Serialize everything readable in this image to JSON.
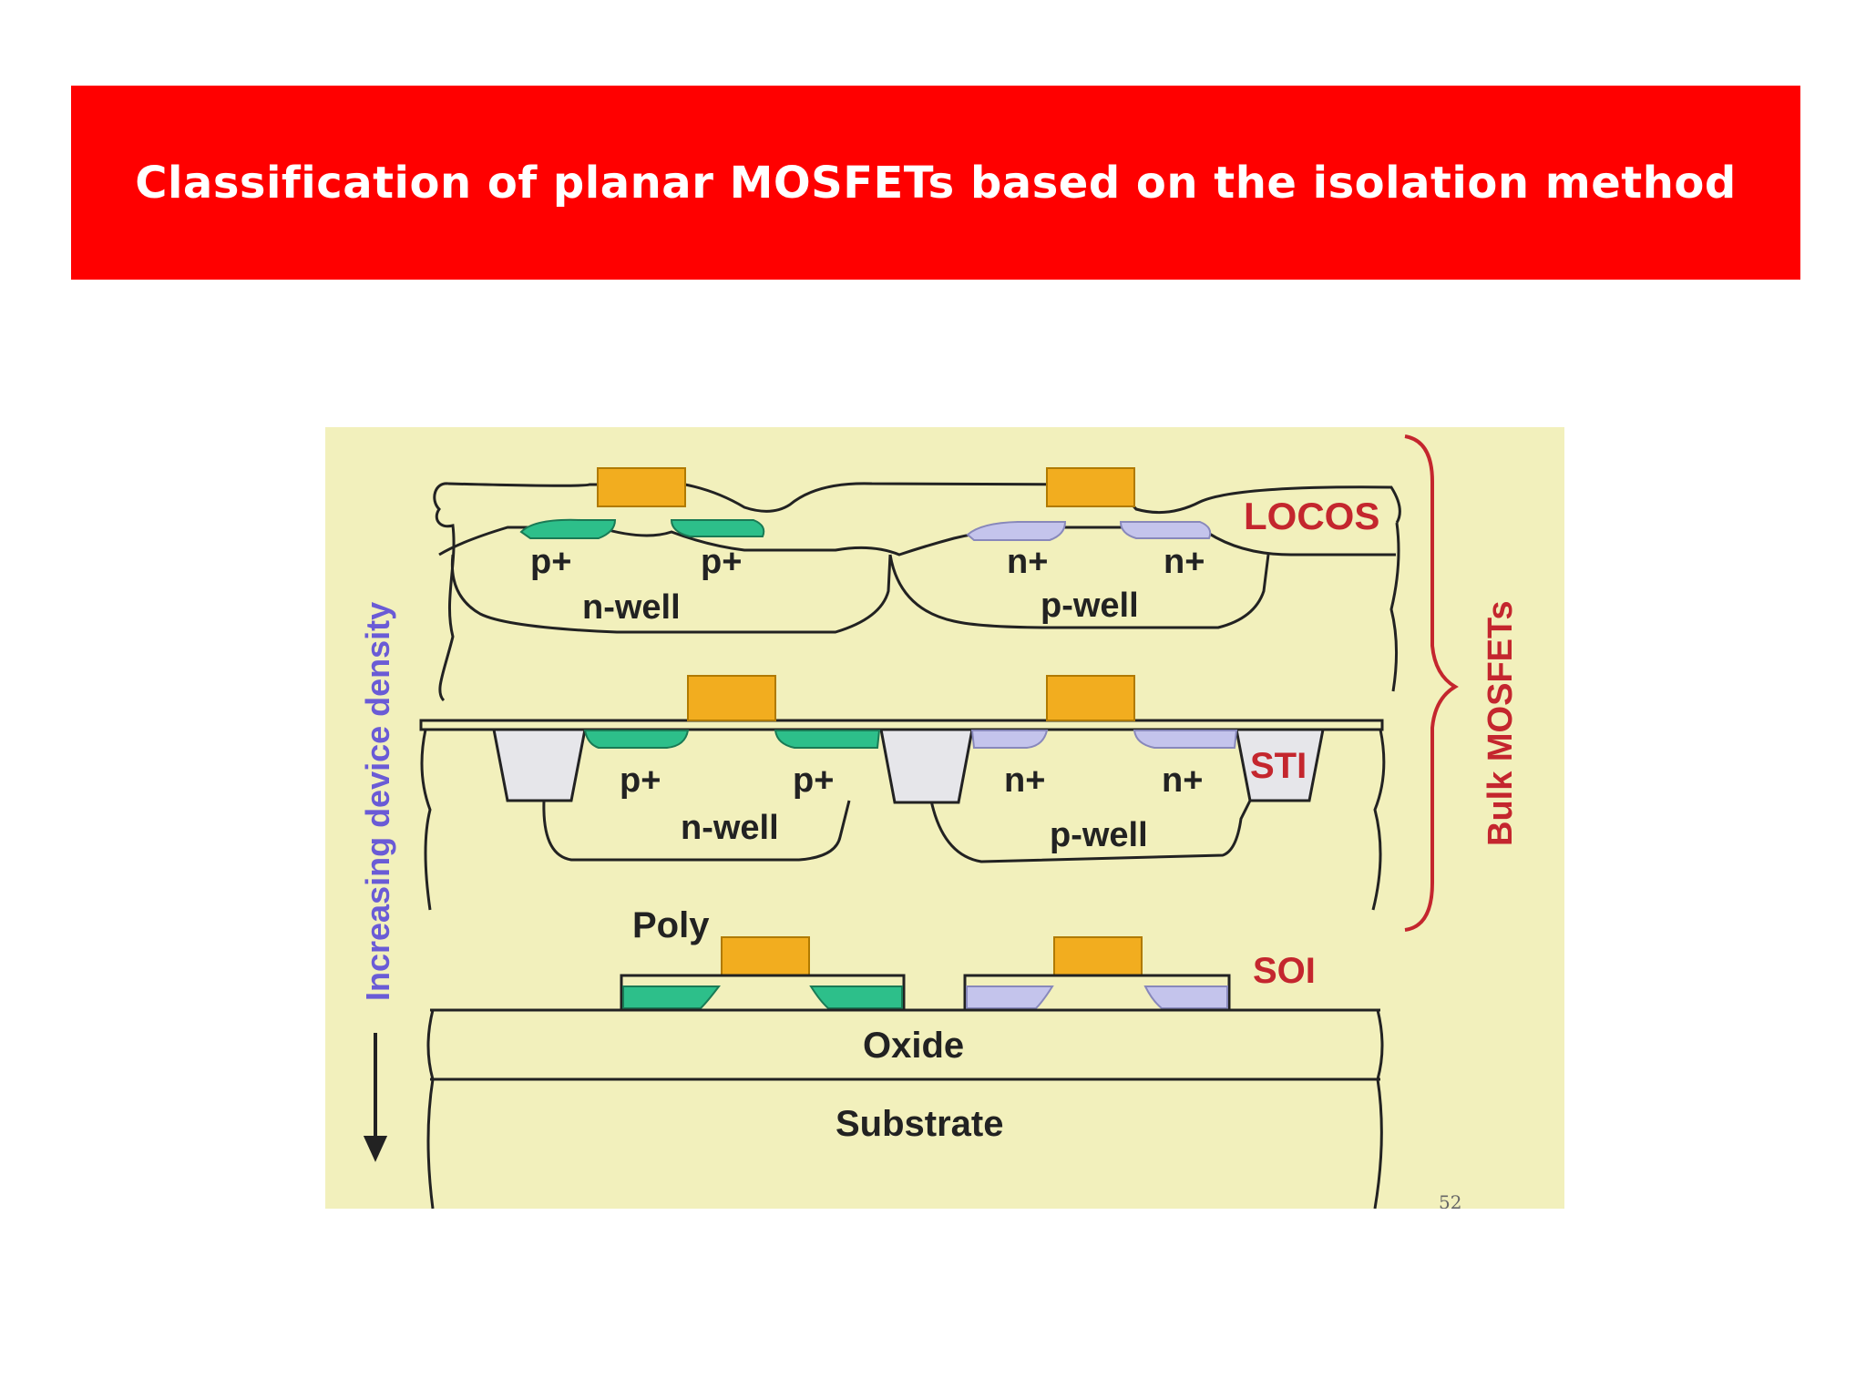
{
  "title": "Classification of planar MOSFETs based on the isolation method",
  "colors": {
    "banner": "#ff0000",
    "background": "#f2f0bc",
    "gate": "#f2ad1f",
    "p_doping": "#2dbf8a",
    "n_doping": "#c4c4ec",
    "sti_oxide": "#e6e6ea",
    "accent_red": "#c4262e",
    "accent_blue": "#6a5bd6"
  },
  "diagram": {
    "side_label": "Increasing device density",
    "bracket_label": "Bulk MOSFETs",
    "locos": {
      "name": "LOCOS",
      "left_labels": [
        "p+",
        "p+"
      ],
      "left_well": "n-well",
      "right_labels": [
        "n+",
        "n+"
      ],
      "right_well": "p-well"
    },
    "sti": {
      "name": "STI",
      "left_labels": [
        "p+",
        "p+"
      ],
      "left_well": "n-well",
      "right_labels": [
        "n+",
        "n+"
      ],
      "right_well": "p-well"
    },
    "soi": {
      "name": "SOI",
      "poly_label": "Poly",
      "oxide_label": "Oxide",
      "substrate_label": "Substrate"
    },
    "page_number": "52"
  }
}
